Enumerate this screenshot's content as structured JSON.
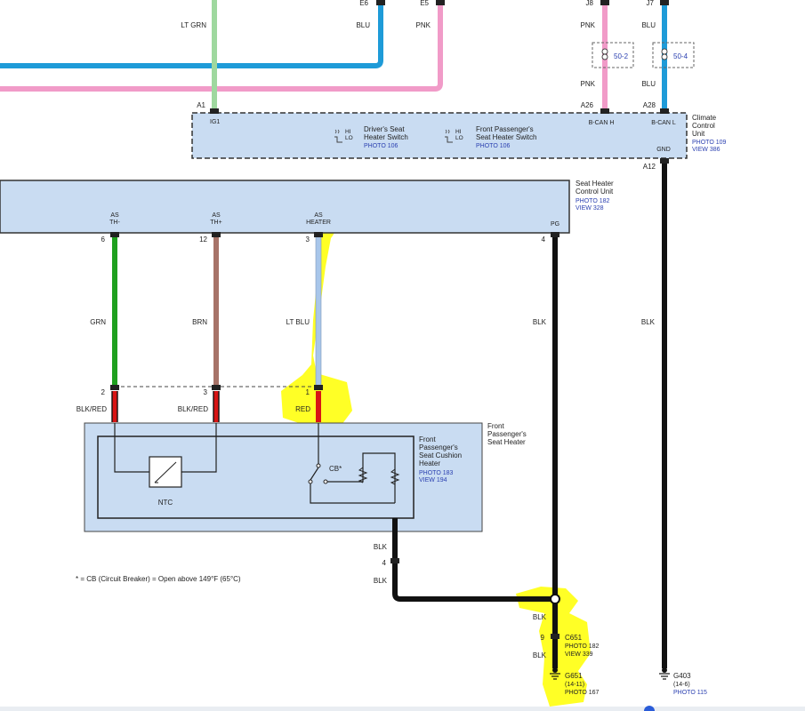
{
  "top_connectors": {
    "lt_grn_label": "LT GRN",
    "e6": "E6",
    "e6_color": "BLU",
    "e5": "E5",
    "e5_color": "PNK",
    "j8": "J8",
    "j8_color_top": "PNK",
    "j8_color_bot": "PNK",
    "j7": "J7",
    "j7_color_top": "BLU",
    "j7_color_bot": "BLU",
    "junction_50_2": "50-2",
    "junction_50_4": "50-4"
  },
  "climate_unit": {
    "pin_a1": "A1",
    "pin_ig1": "IG1",
    "pin_a26": "A26",
    "pin_a28": "A28",
    "pin_bcanh": "B-CAN H",
    "pin_bcanl": "B-CAN L",
    "pin_gnd": "GND",
    "pin_a12": "A12",
    "name_line1": "Climate",
    "name_line2": "Control",
    "name_line3": "Unit",
    "photo": "PHOTO 109",
    "view": "VIEW 386",
    "driver_switch_line1": "Driver's Seat",
    "driver_switch_line2": "Heater Switch",
    "driver_switch_photo": "PHOTO 106",
    "pass_switch_line1": "Front Passenger's",
    "pass_switch_line2": "Seat Heater Switch",
    "pass_switch_photo": "PHOTO 106",
    "switch_sym_hi": "HI",
    "switch_sym_lo": "LO"
  },
  "seat_heater_cu": {
    "name_line1": "Seat Heater",
    "name_line2": "Control Unit",
    "photo": "PHOTO 182",
    "view": "VIEW 328",
    "pin_as": "AS",
    "pin_th_minus": "TH-",
    "pin_th_plus": "TH+",
    "pin_heater": "HEATER",
    "pin_pg": "PG",
    "pin6": "6",
    "pin12": "12",
    "pin3": "3",
    "pin4": "4"
  },
  "wires": {
    "grn": "GRN",
    "brn": "BRN",
    "lt_blu": "LT BLU",
    "blk_pg": "BLK",
    "blk_gnd": "BLK"
  },
  "heater_connector": {
    "pin2": "2",
    "pin3": "3",
    "pin1": "1",
    "blk_red_1": "BLK/RED",
    "blk_red_2": "BLK/RED",
    "red": "RED"
  },
  "seat_heater": {
    "outer_line1": "Front",
    "outer_line2": "Passenger's",
    "outer_line3": "Seat Heater",
    "inner_line1": "Front",
    "inner_line2": "Passenger's",
    "inner_line3": "Seat Cushion",
    "inner_line4": "Heater",
    "photo": "PHOTO 183",
    "view": "VIEW 194",
    "ntc": "NTC",
    "cb": "CB*"
  },
  "lower": {
    "blk_above": "BLK",
    "pin4": "4",
    "blk_below": "BLK",
    "footnote": "* = CB (Circuit Breaker) = Open above 149°F (65°C)",
    "blk_c651": "BLK",
    "pin9": "9",
    "c651": "C651",
    "c651_photo": "PHOTO 182",
    "c651_view": "VIEW 339",
    "blk_g651": "BLK",
    "g651": "G651",
    "g651_loc": "(14-11)",
    "g651_photo": "PHOTO 167",
    "g403": "G403",
    "g403_loc": "(14-6)",
    "g403_photo": "PHOTO 115"
  },
  "colors": {
    "box_fill": "#c9dcf2",
    "grn": "#1fa01f",
    "brn": "#a77368",
    "lt_blu": "#a8c6ea",
    "red": "#d81414",
    "blu": "#1e9bd8",
    "pnk": "#f19bc8",
    "lt_grn": "#9fd89f",
    "highlight": "#ffff00"
  }
}
